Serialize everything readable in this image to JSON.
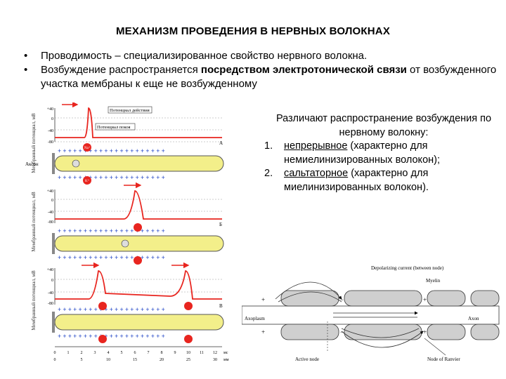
{
  "slide": {
    "title": "МЕХАНИЗМ ПРОВЕДЕНИЯ В НЕРВНЫХ ВОЛОКНАХ",
    "bullets": [
      {
        "text": "Проводимость – специализированное свойство нервного волокна."
      },
      {
        "prefix": "Возбуждение распространяется ",
        "bold": "посредством электротонической связи",
        "suffix": " от возбужденного участка мембраны к еще не возбужденному"
      }
    ],
    "right": {
      "heading": "Различают распространение возбуждения по нервному волокну:",
      "items": [
        {
          "num": "1.",
          "term": "непрерывное",
          "desc": " (характерно для немиелинизированных волокон);"
        },
        {
          "num": "2.",
          "term": "сальтаторное",
          "desc": " (характерно для миелинизированных волокон)."
        }
      ]
    }
  },
  "figure_left": {
    "ylabel_1": "Мембранный потенциал, мВ",
    "ylabel_2": "Мембранный потенциал, мВ",
    "ylabel_3": "Мембранный потенциал, мВ",
    "ticks": [
      "+40",
      "0",
      "-40",
      "-80"
    ],
    "legend_ap": "Потенциал действия",
    "legend_rest": "Потенциал покоя",
    "axon_label": "Аксон",
    "ion_na": "Na⁺",
    "ion_k": "K⁺",
    "panel_letters": [
      "А",
      "Б",
      "В"
    ],
    "time_ticks": [
      "0",
      "1",
      "2",
      "3",
      "4",
      "5",
      "6",
      "7",
      "8",
      "9",
      "10",
      "11",
      "12"
    ],
    "distance_ticks": [
      "0",
      "5",
      "10",
      "15",
      "20",
      "25",
      "30"
    ],
    "time_unit": "мс",
    "distance_unit": "мм"
  },
  "figure_right": {
    "label_current": "Depolarizing current (between node)",
    "label_myelin": "Myelin",
    "label_axoplasm": "Axoplasm",
    "label_axon": "Axon",
    "label_active": "Active node",
    "label_ranvier": "Node of Ranvier"
  },
  "colors": {
    "trace": "#e8251f",
    "axon_fill": "#f3ef8a",
    "charge": "#1a3fc4",
    "myelin": "#cfcfcf"
  }
}
